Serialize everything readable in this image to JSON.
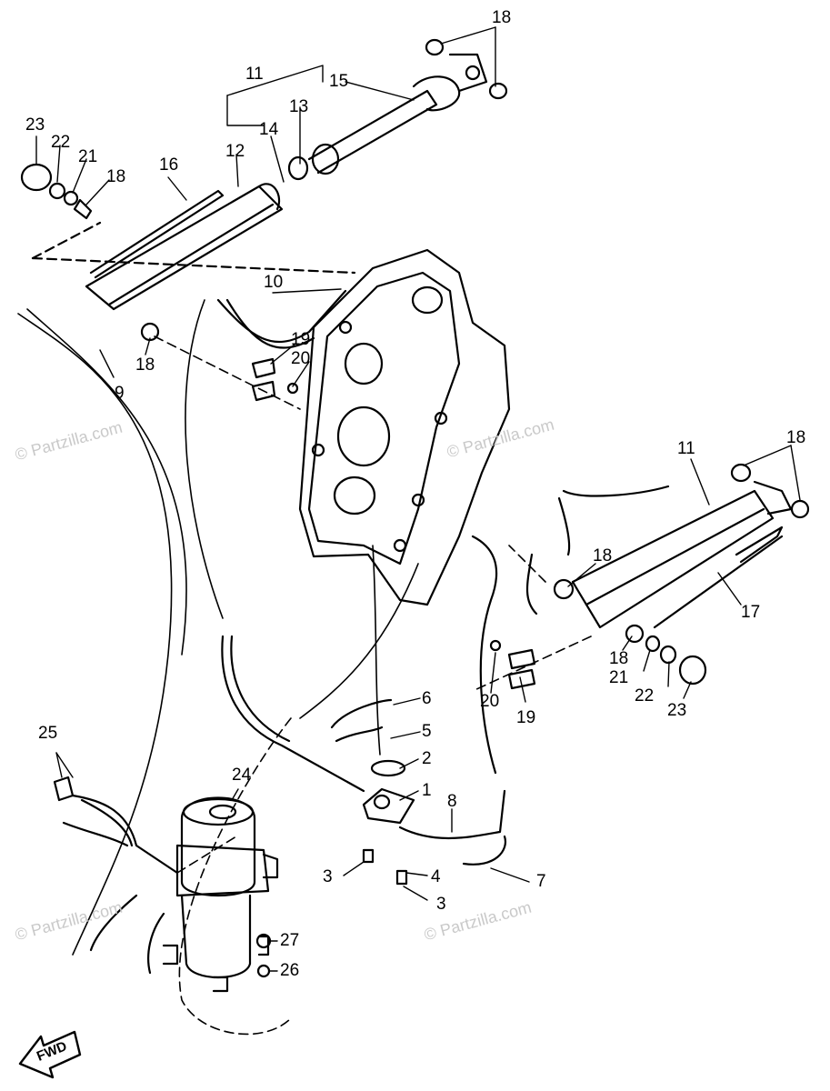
{
  "watermark": "© Partzilla.com",
  "direction_label": "FWD",
  "part_numbers": [
    "1",
    "2",
    "3",
    "3",
    "4",
    "5",
    "6",
    "7",
    "8",
    "9",
    "10",
    "11",
    "11",
    "12",
    "13",
    "14",
    "15",
    "16",
    "17",
    "18",
    "18",
    "18",
    "18",
    "18",
    "18",
    "19",
    "19",
    "20",
    "20",
    "21",
    "21",
    "22",
    "22",
    "23",
    "23",
    "24",
    "25",
    "26",
    "27"
  ]
}
